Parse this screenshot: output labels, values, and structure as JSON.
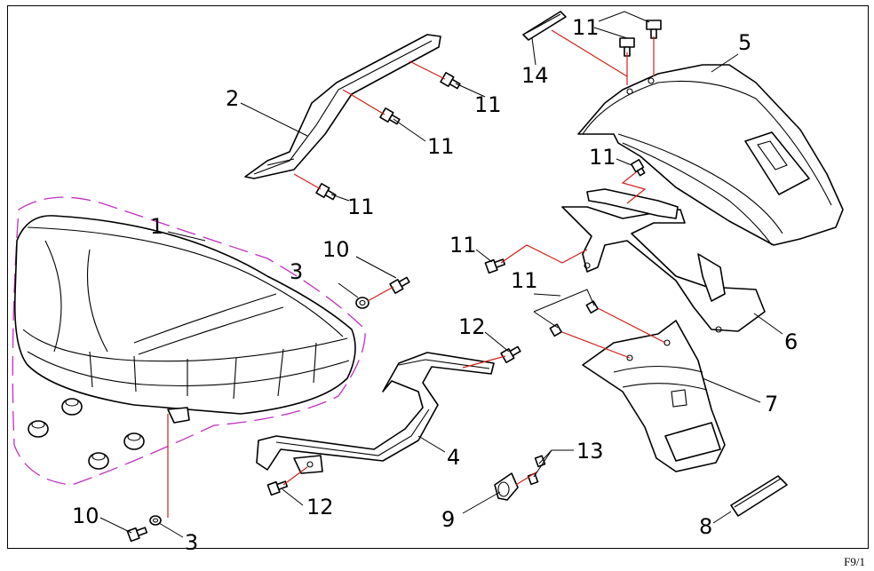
{
  "figure_ref": "F9/1",
  "callouts": {
    "c1": "1",
    "c2": "2",
    "c3a": "3",
    "c3b": "3",
    "c4": "4",
    "c5": "5",
    "c6": "6",
    "c7": "7",
    "c8": "8",
    "c9": "9",
    "c10a": "10",
    "c10b": "10",
    "c11a": "11",
    "c11b": "11",
    "c11c": "11",
    "c11d": "11",
    "c11e": "11",
    "c11f": "11",
    "c11g": "11",
    "c12a": "12",
    "c12b": "12",
    "c13": "13",
    "c14": "14"
  },
  "colors": {
    "frame": "#000000",
    "assembly_line": "#d0201a",
    "seat_outline": "#c030c0"
  }
}
